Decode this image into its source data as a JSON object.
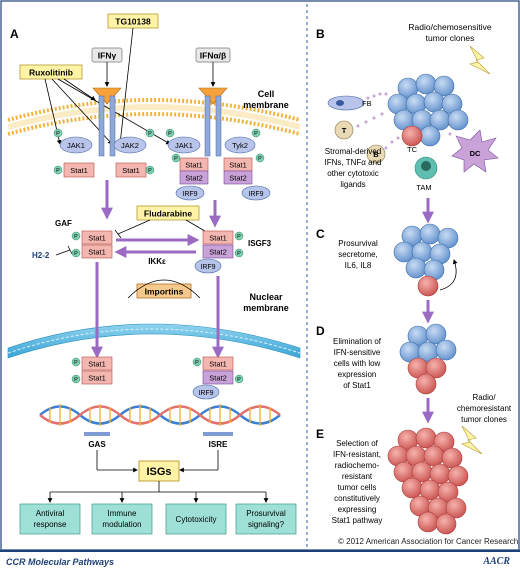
{
  "panel_a": {
    "letter": "A",
    "inhibitors": {
      "ruxolitinib": "Ruxolitinib",
      "tg10138": "TG10138",
      "fludarabine": "Fludarabine"
    },
    "receptors": {
      "ifn_gamma": "IFNγ",
      "ifn_ab": "IFNα/β"
    },
    "cell_membrane": [
      "Cell",
      "membrane"
    ],
    "nuclear_membrane": [
      "Nuclear",
      "membrane"
    ],
    "kinases": {
      "jak1": "JAK1",
      "jak2": "JAK2",
      "tyk2": "Tyk2"
    },
    "stat1": "Stat1",
    "stat2": "Stat2",
    "irf9": "IRF9",
    "phospho": "P",
    "gaf": "GAF",
    "h22": "H2-2",
    "ikke": "IKKε",
    "isgf3": "ISGF3",
    "importins": "Importins",
    "gas": "GAS",
    "isre": "ISRE",
    "isgs": "ISGs",
    "outcomes": [
      [
        "Antiviral",
        "response"
      ],
      [
        "Immune",
        "modulation"
      ],
      [
        "Cytotoxicity"
      ],
      [
        "Prosurvival",
        "signaling?"
      ]
    ]
  },
  "panel_b": {
    "letter": "B",
    "clones_label": [
      "Radio/chemosensitive",
      "tumor clones"
    ],
    "fb": "FB",
    "t": "T",
    "b": "B",
    "tc": "TC",
    "dc": "DC",
    "tam": "TAM",
    "stromal_text": [
      "Stromal-derived",
      "IFNs, TNFα and",
      "other cytotoxic",
      "ligands"
    ]
  },
  "panel_c": {
    "letter": "C",
    "text": [
      "Prosurvival",
      "secretome,",
      "IL6, IL8"
    ]
  },
  "panel_d": {
    "letter": "D",
    "text": [
      "Elimination of",
      "IFN-sensitive",
      "cells with low",
      "expression",
      "of Stat1"
    ],
    "resistant_label": [
      "Radio/",
      "chemoresistant",
      "tumor clones"
    ]
  },
  "panel_e": {
    "letter": "E",
    "text": [
      "Selection of",
      "IFN-resistant,",
      "radiochemo-",
      "resistant",
      "tumor cells",
      "constitutively",
      "expressing",
      "Stat1 pathway"
    ]
  },
  "footer": {
    "journal": "CCR Molecular Pathways",
    "copyright": "© 2012 American Association for Cancer Research",
    "logo": "AACR"
  },
  "colors": {
    "stat1": "#f4b6b0",
    "stat2": "#c9a3d8",
    "irf9": "#b7c4ea",
    "phospho": "#7fd0b0",
    "jak": "#b9c4ea",
    "yellow_box": "#fff3a8",
    "outcome_box": "#9fe0d6",
    "arrow_purple": "#9b6bc4",
    "membrane": "#f2b33d",
    "nuclear": "#47b4de",
    "tumor_blue": "#7fa7d8",
    "tumor_red": "#e0716f",
    "dashed_divider": "#2b5ca8"
  }
}
